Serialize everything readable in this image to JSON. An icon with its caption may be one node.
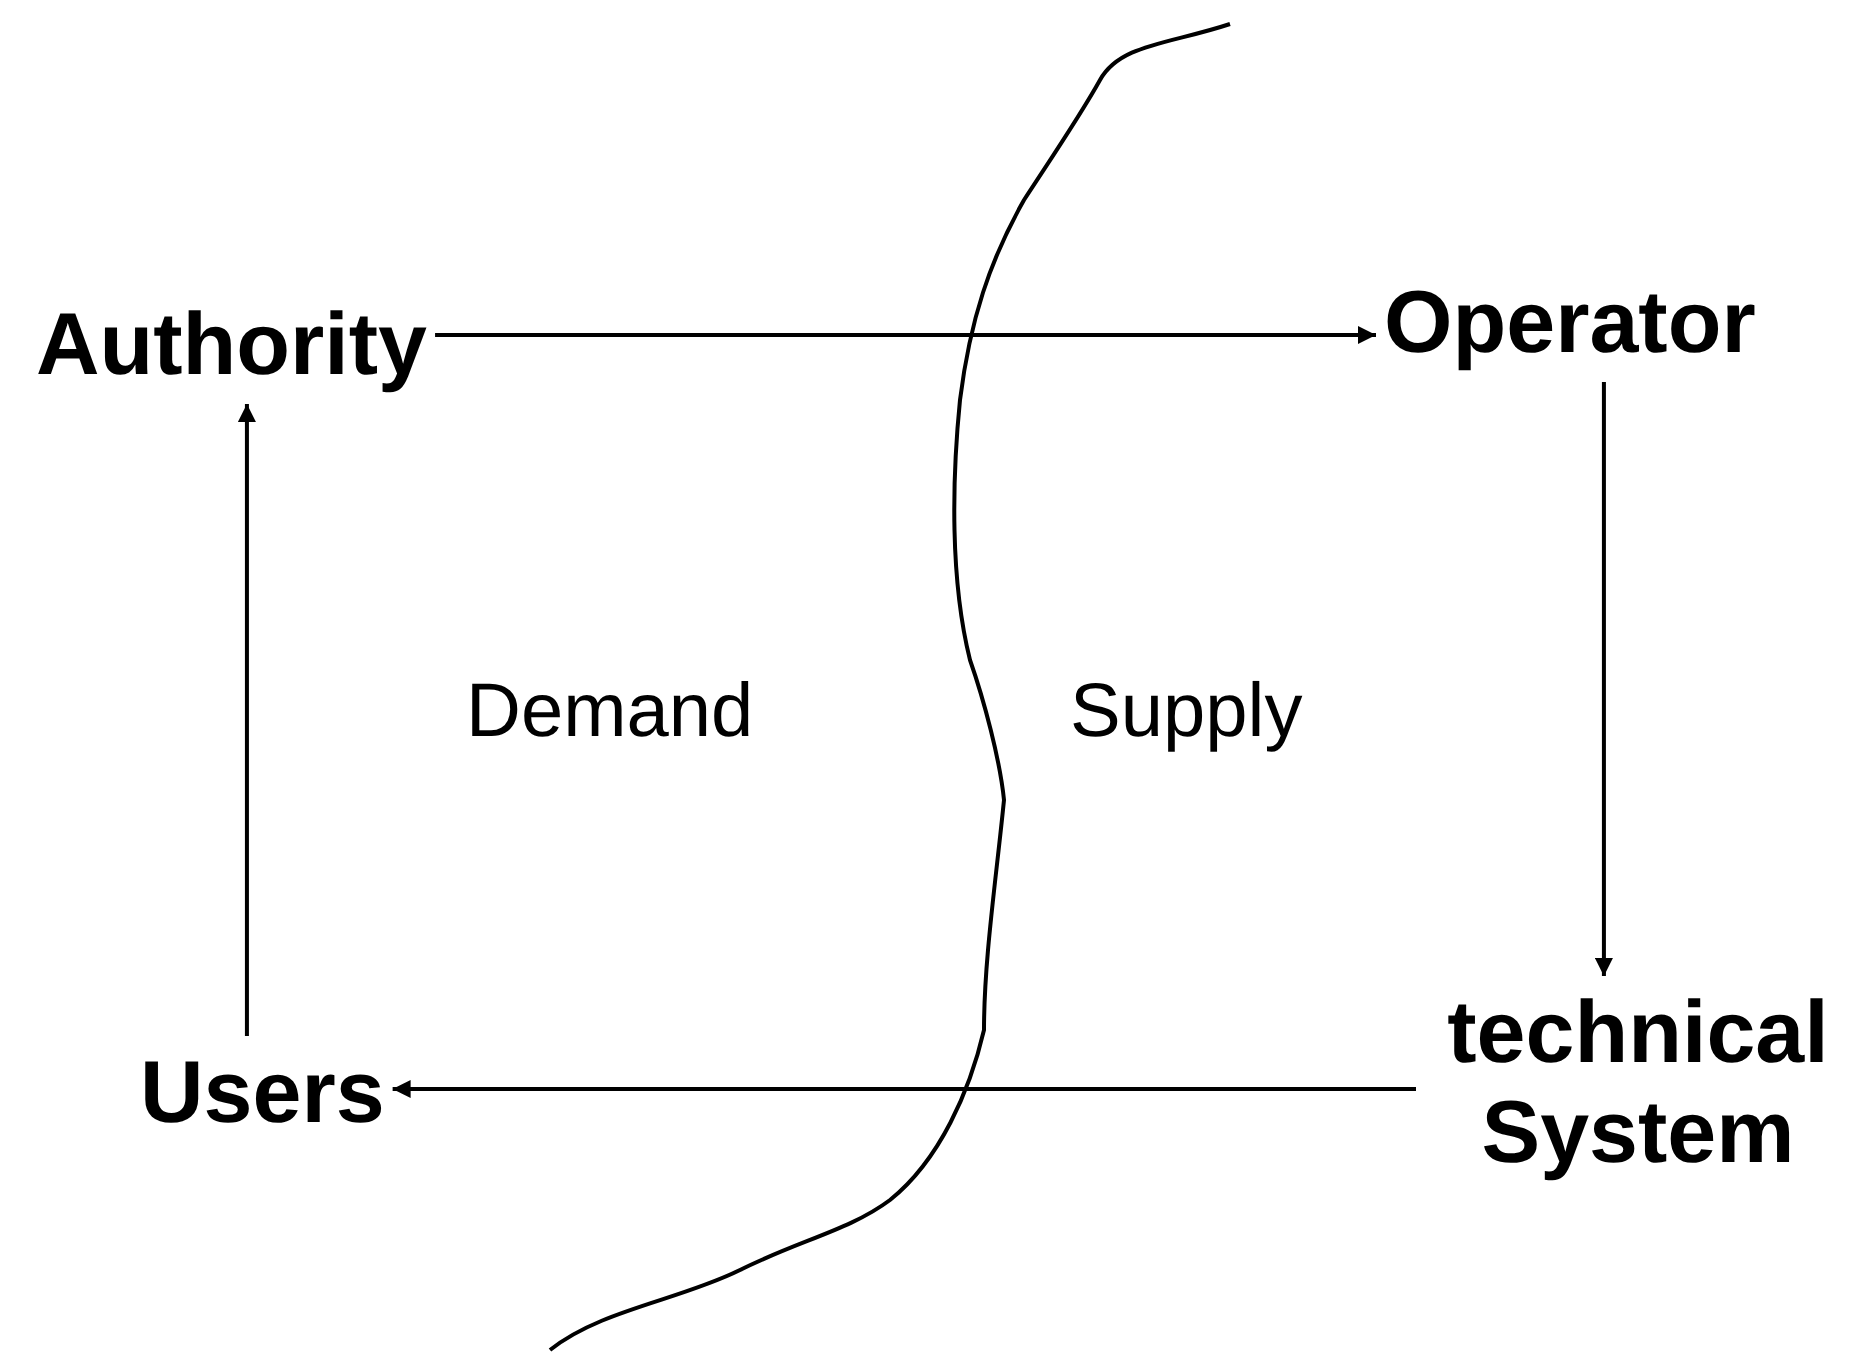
{
  "diagram": {
    "nodes": [
      {
        "text": [
          "Authority"
        ]
      },
      {
        "text": [
          "Operator"
        ]
      },
      {
        "text": [
          "technical System"
        ]
      },
      {
        "text": [
          "Users"
        ]
      }
    ],
    "edges": [
      {
        "from": 0,
        "to": 1,
        "arrow": "to"
      },
      {
        "from": 1,
        "to": 2,
        "arrow": "to"
      },
      {
        "from": 2,
        "to": 3,
        "arrow": "to"
      },
      {
        "from": 3,
        "to": 0,
        "arrow": "to"
      }
    ],
    "labels": [
      "Demand",
      "Supply"
    ]
  }
}
